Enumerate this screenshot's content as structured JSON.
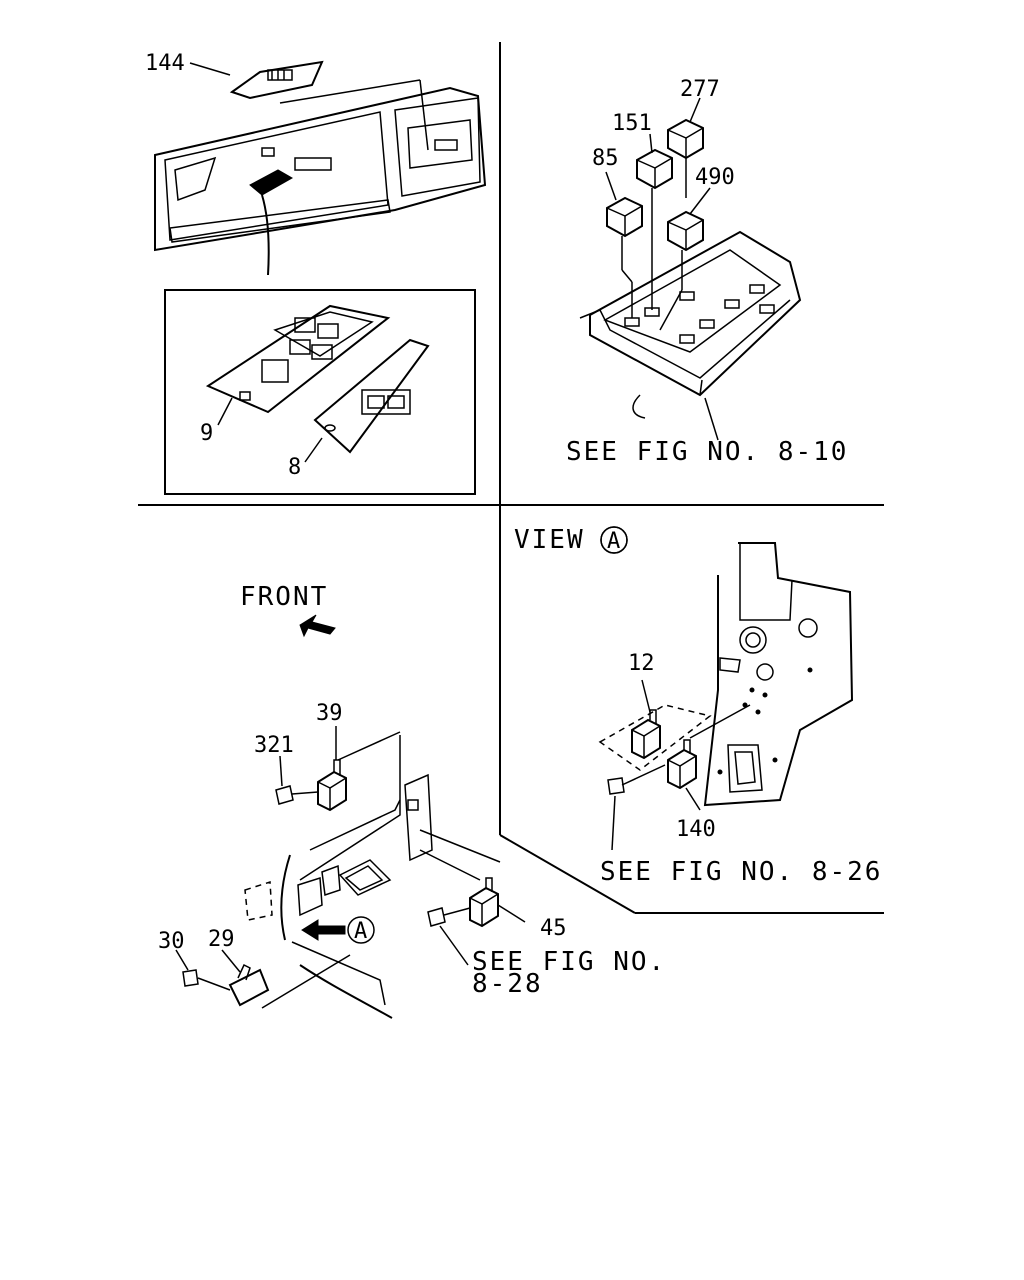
{
  "callouts": {
    "p144": "144",
    "p9": "9",
    "p8": "8",
    "p85": "85",
    "p151": "151",
    "p277": "277",
    "p490": "490",
    "p12": "12",
    "p140": "140",
    "p39": "39",
    "p321": "321",
    "p45": "45",
    "p30": "30",
    "p29": "29"
  },
  "notes": {
    "see_fig_8_10": "SEE FIG NO. 8-10",
    "see_fig_8_26": "SEE FIG NO. 8-26",
    "see_fig_8_28_line1": "SEE FIG NO.",
    "see_fig_8_28_line2": "8-28",
    "view_label": "VIEW",
    "view_marker": "A",
    "front_label": "FRONT",
    "front_marker": "A"
  }
}
